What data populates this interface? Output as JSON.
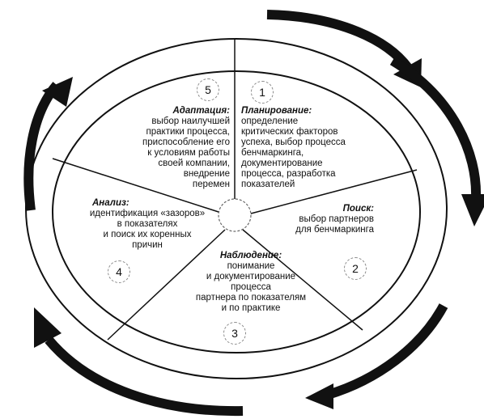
{
  "diagram": {
    "stages": [
      {
        "number": "1",
        "title": "Планирование:",
        "body": "определение\nкритических факторов\nуспеха, выбор процесса\nбенчмаркинга,\nдокументирование\nпроцесса, разработка\nпоказателей"
      },
      {
        "number": "2",
        "title": "Поиск:",
        "body": "выбор партнеров\nдля бенчмаркинга"
      },
      {
        "number": "3",
        "title": "Наблюдение:",
        "body": "понимание\nи документирование\nпроцесса\nпартнера по показателям\nи по практике"
      },
      {
        "number": "4",
        "title": "Анализ:",
        "body": "идентификация «зазоров»\nв показателях\nи поиск их коренных\nпричин"
      },
      {
        "number": "5",
        "title": "Адаптация:",
        "body": "выбор наилучшей\nпрактики процесса,\nприспособление его\nк условиям работы\nсвоей компании,\nвнедрение\nперемен"
      }
    ]
  }
}
